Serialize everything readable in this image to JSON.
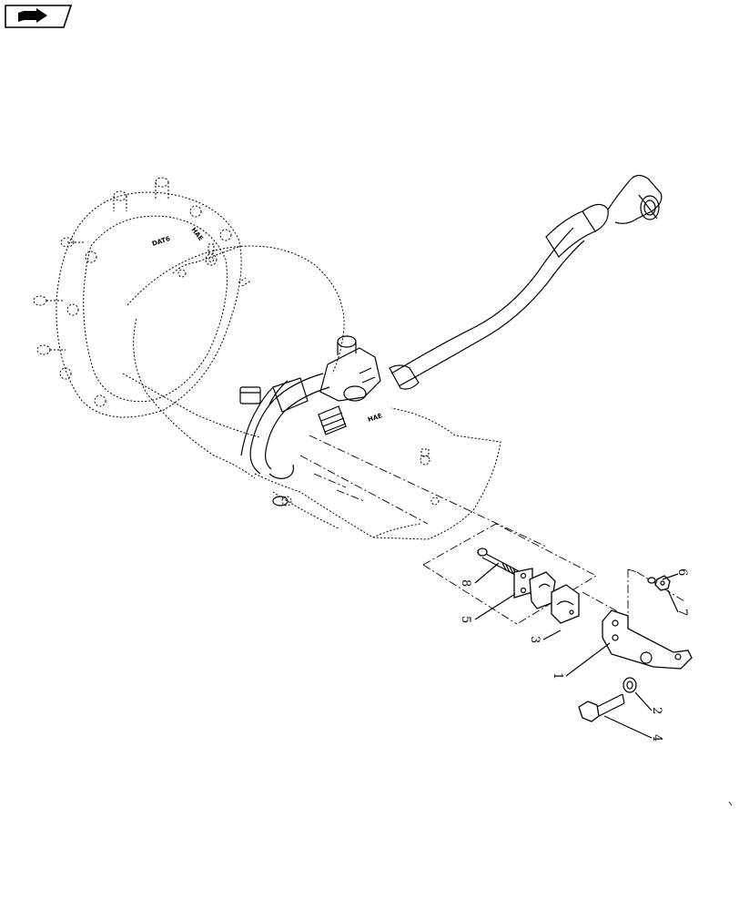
{
  "nav": {
    "icon": "next-page-arrow-icon"
  },
  "callouts": [
    {
      "id": "8",
      "label": "8"
    },
    {
      "id": "5",
      "label": "5"
    },
    {
      "id": "3",
      "label": "3"
    },
    {
      "id": "6",
      "label": "6"
    },
    {
      "id": "7",
      "label": "7"
    },
    {
      "id": "1",
      "label": "1"
    },
    {
      "id": "2",
      "label": "2"
    },
    {
      "id": "4",
      "label": "4"
    }
  ],
  "stamps": [
    "DAT6",
    "HAE",
    "HAE"
  ]
}
